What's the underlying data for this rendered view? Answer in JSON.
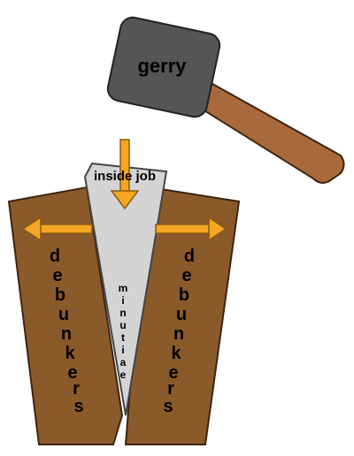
{
  "hammer": {
    "label": "gerry"
  },
  "wedge": {
    "label": "inside job",
    "inner_label": [
      "m",
      "i",
      "n",
      "u",
      "t",
      "i",
      "a",
      "e"
    ]
  },
  "left_block": {
    "letters": [
      "d",
      "e",
      "b",
      "u",
      "n",
      "k",
      "e",
      "r",
      "s"
    ]
  },
  "right_block": {
    "letters": [
      "d",
      "e",
      "b",
      "u",
      "n",
      "k",
      "e",
      "r",
      "s"
    ]
  },
  "colors": {
    "wood": "#8b5a2b",
    "hammer_head": "#555555",
    "handle": "#a86a3c",
    "wedge": "#d4d4d4",
    "arrow": "#f5a623"
  }
}
